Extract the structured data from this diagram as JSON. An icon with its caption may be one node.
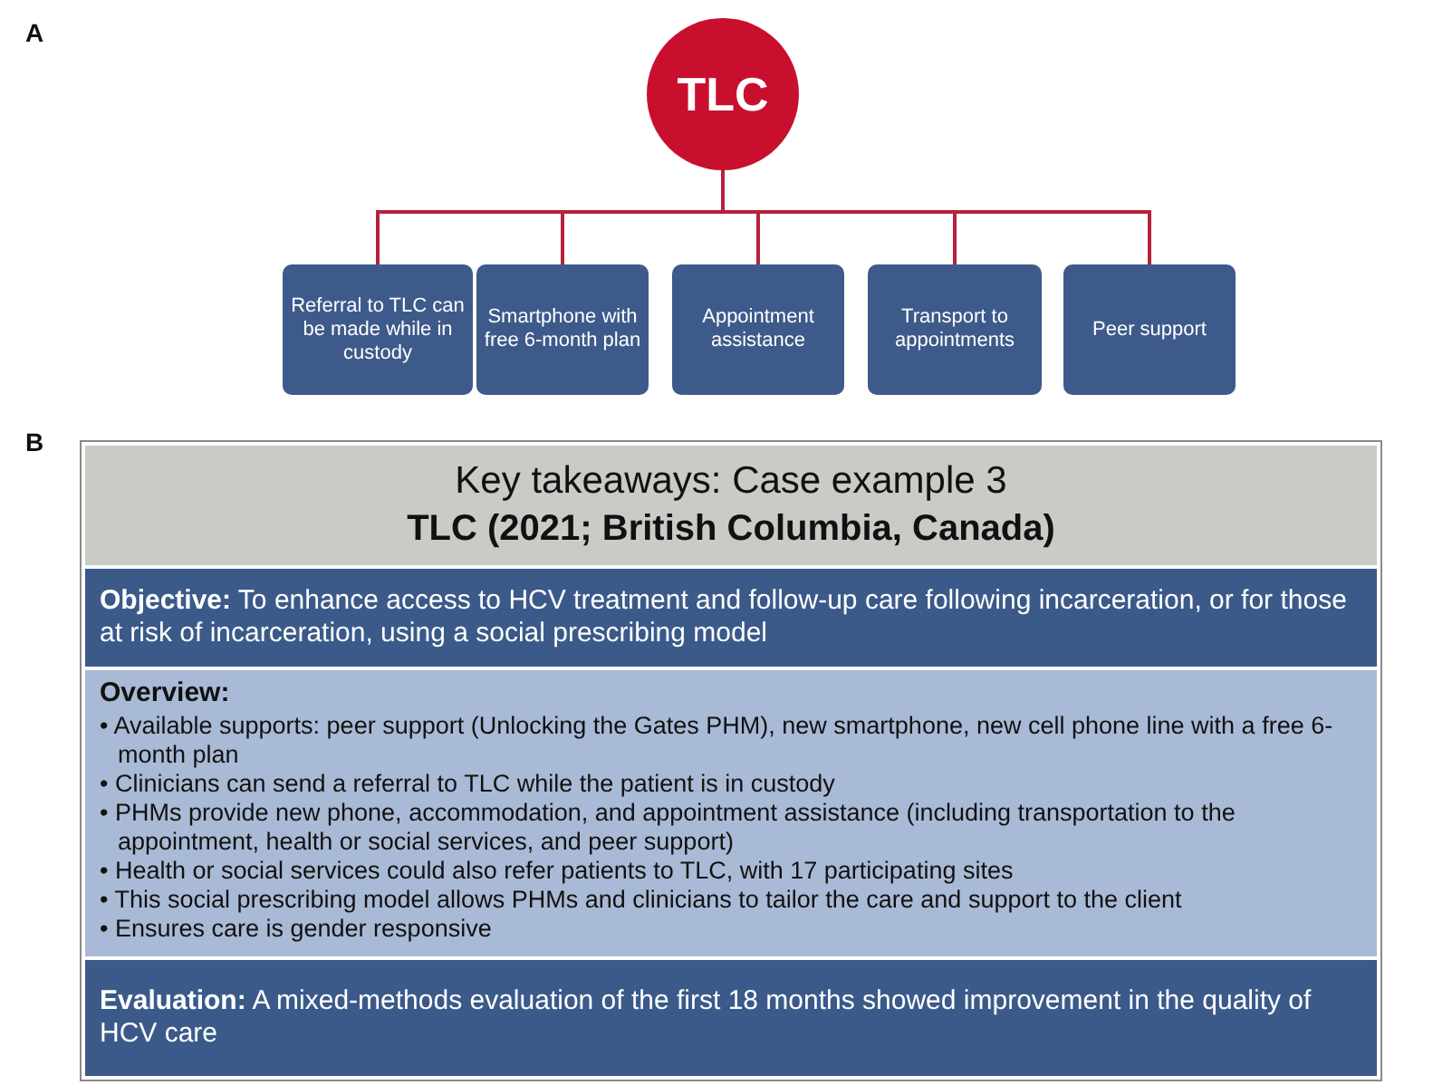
{
  "diagram": {
    "nodes": [
      {
        "text": [
          "TLC"
        ]
      },
      {
        "text": [
          "Referral to TLC can be made while in custody"
        ]
      },
      {
        "text": [
          "Smartphone with free 6-month plan"
        ]
      },
      {
        "text": [
          "Appointment assistance"
        ]
      },
      {
        "text": [
          "Transport to appointments"
        ]
      },
      {
        "text": [
          "Peer support"
        ]
      },
      {
        "text": [
          "Key takeaways: Case example 3",
          "TLC (2021; British Columbia, Canada)"
        ]
      },
      {
        "text": [
          "**Objective:** To enhance access to HCV treatment and follow-up care following incarceration, or for those at risk of incarceration, using a social prescribing model"
        ]
      },
      {
        "text": [
          "Overview:",
          "• Available supports: peer support (Unlocking the Gates PHM), new smartphone, new cell phone line with a free 6-month plan",
          "• Clinicians can send a referral to TLC while the patient is in custody",
          "• PHMs provide new phone, accommodation, and appointment assistance (including transportation to the appointment, health or social services, and peer support)",
          "• Health or social services could also refer patients to TLC, with 17 participating sites",
          "• This social prescribing model allows PHMs and clinicians to tailor the care and support to the client",
          "• Ensures care is gender responsive"
        ]
      },
      {
        "text": [
          "**Evaluation:** A mixed-methods evaluation of the first 18 months showed improvement in the quality of HCV care"
        ]
      }
    ],
    "edges": [
      {
        "from": 0,
        "to": 1,
        "arrow": "none"
      },
      {
        "from": 0,
        "to": 2,
        "arrow": "none"
      },
      {
        "from": 0,
        "to": 3,
        "arrow": "none"
      },
      {
        "from": 0,
        "to": 4,
        "arrow": "none"
      },
      {
        "from": 0,
        "to": 5,
        "arrow": "none"
      }
    ],
    "labels": [
      "A",
      "B"
    ]
  }
}
